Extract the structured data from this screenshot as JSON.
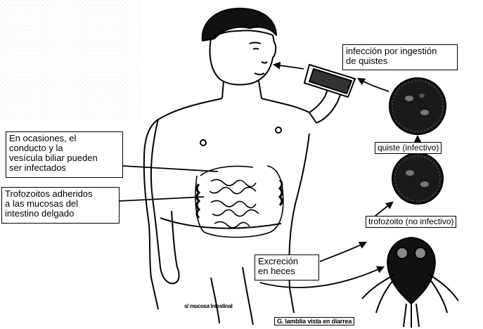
{
  "labels": {
    "ingestion": "infección por ingestión\nde quistes",
    "gallbladder": "En ocasiones, el\nconducto y la\nvesícula biliar pueden\nser infectados",
    "trophozoites_attached": "Trofozoitos adheridos\na las mucosas del\nintestino delgado",
    "cyst": "quiste (infectivo)",
    "trophozoite": "trofozoito (no infectivo)",
    "excretion": "Excreción\nen heces",
    "bottom_caption": "G. lamblia vista en diarrea",
    "abdomen_scribble": "s/ mucosa intestinal"
  },
  "colors": {
    "ink": "#000000",
    "background": "#ffffff",
    "speckle": "#c8c8c8"
  }
}
